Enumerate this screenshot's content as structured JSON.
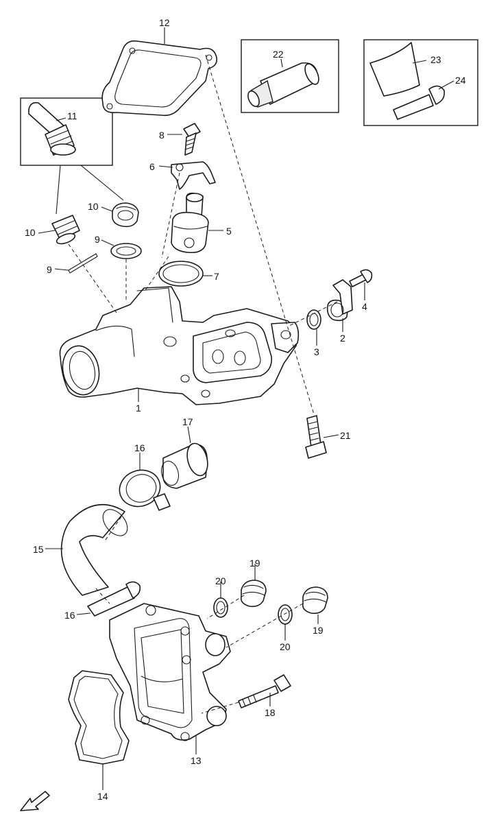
{
  "callouts": {
    "c1": "1",
    "c2": "2",
    "c3": "3",
    "c4": "4",
    "c5": "5",
    "c6": "6",
    "c7": "7",
    "c8": "8",
    "c9a": "9",
    "c9b": "9",
    "c10a": "10",
    "c10b": "10",
    "c11": "11",
    "c12": "12",
    "c13": "13",
    "c14": "14",
    "c15": "15",
    "c16a": "16",
    "c16b": "16",
    "c17": "17",
    "c18": "18",
    "c19a": "19",
    "c19b": "19",
    "c20a": "20",
    "c20b": "20",
    "c21": "21",
    "c22": "22",
    "c23": "23",
    "c24": "24"
  },
  "icons": {
    "orientation": "arrow-down-left-icon"
  }
}
